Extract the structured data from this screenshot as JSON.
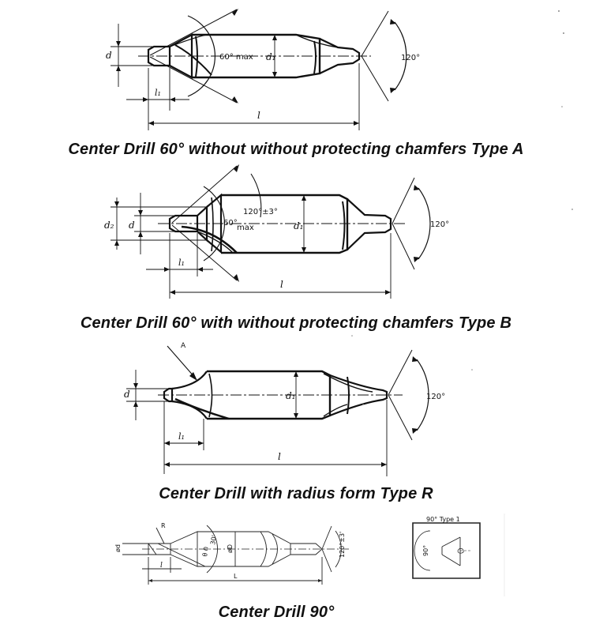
{
  "captions": {
    "type_a": "Center Drill 60° without without protecting chamfers Type A",
    "type_b": "Center Drill 60° with without protecting chamfers Type B",
    "type_r": "Center Drill with radius form Type R",
    "drill_90": "Center Drill 90°"
  },
  "type_a": {
    "d_label": "d",
    "d1_label": "d₁",
    "l1_label": "l₁",
    "l_label": "l",
    "inner_angle": "60° max",
    "outer_angle": "120°"
  },
  "type_b": {
    "d_label": "d",
    "d2_label": "d₂",
    "d1_label": "d₁",
    "l1_label": "l₁",
    "l_label": "l",
    "inner_angle": "60°",
    "inner_angle_suffix": "max",
    "chamfer_angle": "120°±3°",
    "outer_angle": "120°"
  },
  "type_r": {
    "d_label": "d",
    "d1_label": "d₁",
    "l1_label": "l₁",
    "l_label": "l",
    "outer_angle": "120°",
    "arrow_label": "A"
  },
  "drill_90": {
    "r_label": "R",
    "d_label": "ød",
    "big_d_label": "øD",
    "theta_label": "θ 0",
    "theta_tol": "30'",
    "angle_label": "120°±3'",
    "l_label": "l",
    "big_l_label": "L",
    "inset_title": "90° Type 1",
    "inset_angle": "90°"
  }
}
